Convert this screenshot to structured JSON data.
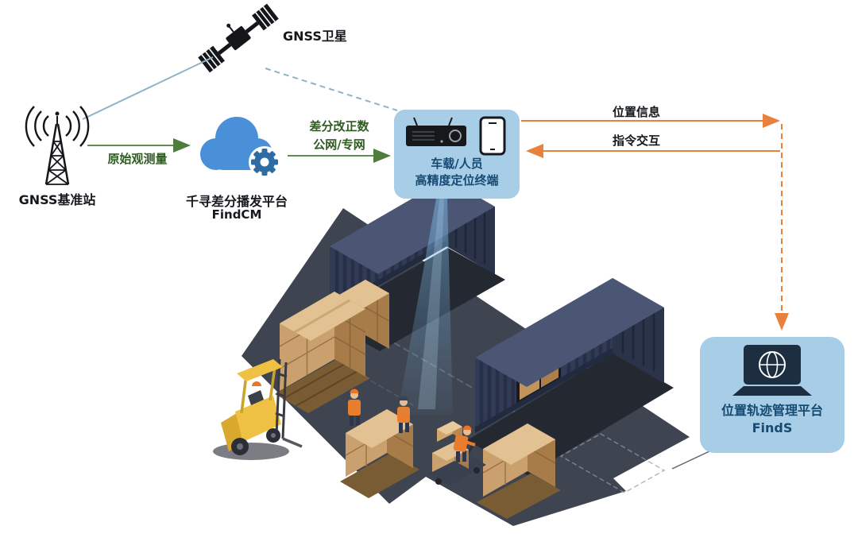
{
  "nodes": {
    "satellite": {
      "label": "GNSS卫星"
    },
    "base_station": {
      "label": "GNSS基准站"
    },
    "cloud": {
      "name": "千寻差分播发平台",
      "product": "FindCM"
    },
    "terminal": {
      "line1": "车载/人员",
      "line2": "高精度定位终端"
    },
    "platform": {
      "name": "位置轨迹管理平台",
      "product": "FindS"
    }
  },
  "edges": {
    "raw_observation": {
      "label": "原始观测量"
    },
    "correction": {
      "line1": "差分改正数",
      "line2": "公网/专网"
    },
    "position_info": {
      "label": "位置信息"
    },
    "command": {
      "label": "指令交互"
    }
  },
  "icons": {
    "satellite": "satellite-icon",
    "base_station": "radio-tower-icon",
    "cloud": "cloud-gear-icon",
    "terminal": "vehicle-device-and-phone-icon",
    "platform": "laptop-globe-icon"
  },
  "colors": {
    "accent_orange": "#E8813C",
    "accent_green": "#5F8D4E",
    "accent_teal": "#8FB3C4",
    "bubble_fill": "#A7CDE7",
    "bubble_text": "#174A73",
    "label_green": "#2E5C20",
    "container_navy": "#313B54",
    "floor_gray": "#3E4450",
    "box_tan": "#C9A06E",
    "forklift_yellow": "#EEC043"
  }
}
